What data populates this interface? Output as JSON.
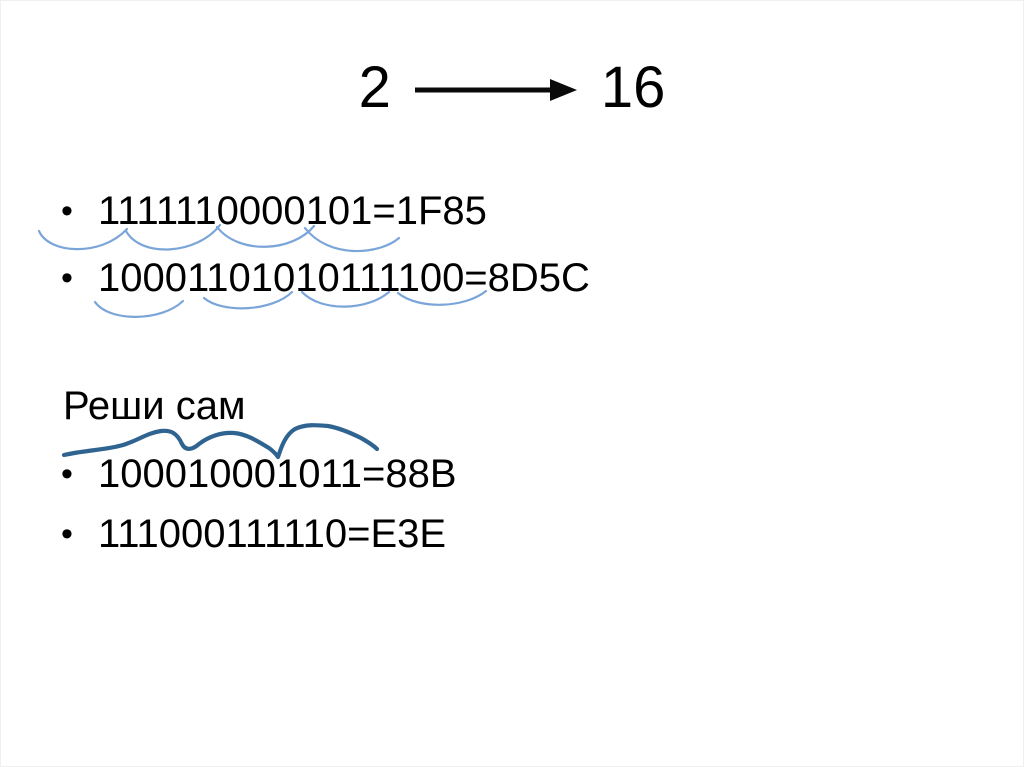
{
  "slide": {
    "title": {
      "base_from": "2",
      "base_to": "16"
    },
    "bullet_char": "•",
    "top_bullets": [
      "1111110000101=1F85",
      "10001101010111100=8D5C"
    ],
    "subheading": "Реши сам",
    "bottom_bullets": [
      "100010001011=88B",
      "111000111110=E3E"
    ]
  },
  "colors": {
    "text": "#000000",
    "slide_background": "#ffffff",
    "arc_blue": "#7aa5d8",
    "ink_blue": "#2f6390",
    "arrow_black": "#0a0a0a"
  }
}
